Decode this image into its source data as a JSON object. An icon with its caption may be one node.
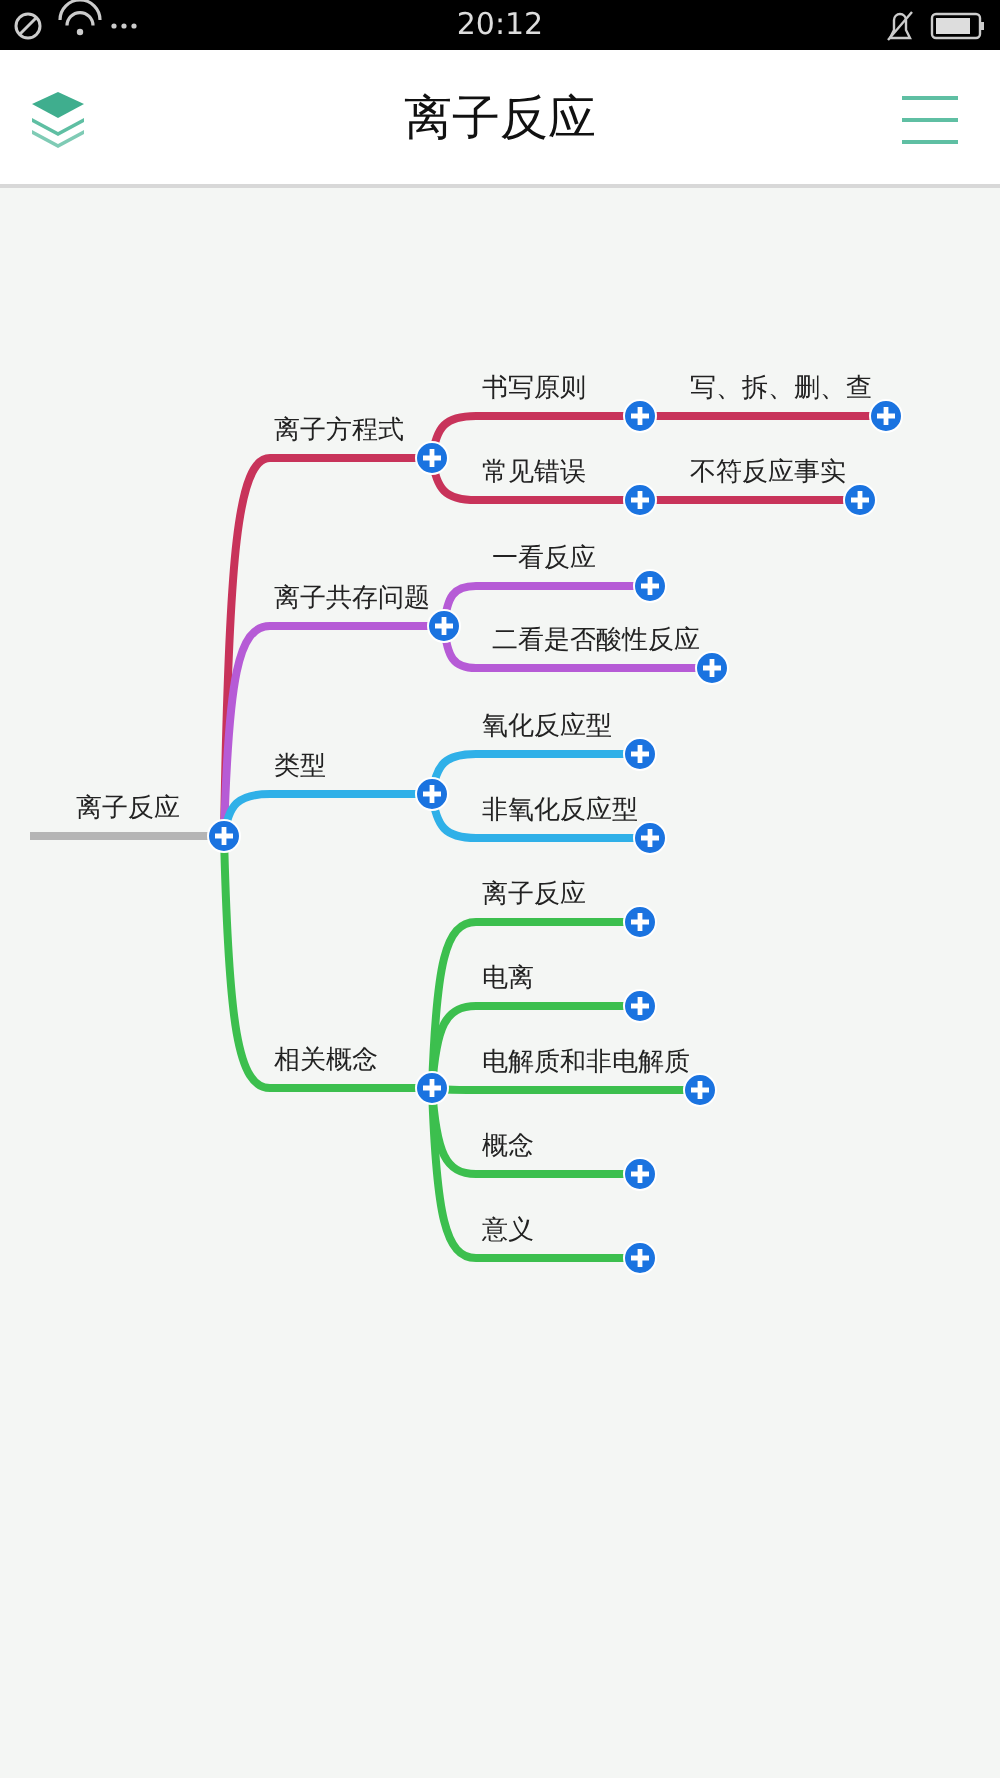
{
  "diagram": {
    "title": "离子反应",
    "nodes": [
      {
        "text": [
          "离子反应"
        ]
      },
      {
        "text": [
          "离子方程式"
        ]
      },
      {
        "text": [
          "书写原则"
        ]
      },
      {
        "text": [
          "写、拆、删、查"
        ]
      },
      {
        "text": [
          "常见错误"
        ]
      },
      {
        "text": [
          "不符反应事实"
        ]
      },
      {
        "text": [
          "离子共存问题"
        ]
      },
      {
        "text": [
          "一看反应"
        ]
      },
      {
        "text": [
          "二看是否酸性反应"
        ]
      },
      {
        "text": [
          "类型"
        ]
      },
      {
        "text": [
          "氧化反应型"
        ]
      },
      {
        "text": [
          "非氧化反应型"
        ]
      },
      {
        "text": [
          "相关概念"
        ]
      },
      {
        "text": [
          "离子反应"
        ]
      },
      {
        "text": [
          "电离"
        ]
      },
      {
        "text": [
          "电解质和非电解质"
        ]
      },
      {
        "text": [
          "概念"
        ]
      },
      {
        "text": [
          "意义"
        ]
      }
    ],
    "edges": [
      {
        "from": 0,
        "to": 1,
        "arrow": "none",
        "color": "#c8335a"
      },
      {
        "from": 1,
        "to": 2,
        "arrow": "none",
        "color": "#c8335a"
      },
      {
        "from": 2,
        "to": 3,
        "arrow": "none",
        "color": "#c8335a"
      },
      {
        "from": 1,
        "to": 4,
        "arrow": "none",
        "color": "#c8335a"
      },
      {
        "from": 4,
        "to": 5,
        "arrow": "none",
        "color": "#c8335a"
      },
      {
        "from": 0,
        "to": 6,
        "arrow": "none",
        "color": "#b65bd6"
      },
      {
        "from": 6,
        "to": 7,
        "arrow": "none",
        "color": "#b65bd6"
      },
      {
        "from": 6,
        "to": 8,
        "arrow": "none",
        "color": "#b65bd6"
      },
      {
        "from": 0,
        "to": 9,
        "arrow": "none",
        "color": "#2fb0e8"
      },
      {
        "from": 9,
        "to": 10,
        "arrow": "none",
        "color": "#2fb0e8"
      },
      {
        "from": 9,
        "to": 11,
        "arrow": "none",
        "color": "#2fb0e8"
      },
      {
        "from": 0,
        "to": 12,
        "arrow": "none"
      },
      {
        "from": 12,
        "to": 13,
        "arrow": "none"
      },
      {
        "from": 12,
        "to": 14,
        "arrow": "none"
      },
      {
        "from": 12,
        "to": 15,
        "arrow": "none"
      },
      {
        "from": 12,
        "to": 16,
        "arrow": "none"
      },
      {
        "from": 12,
        "to": 17,
        "arrow": "none"
      }
    ],
    "labels": [
      "20:12"
    ]
  }
}
